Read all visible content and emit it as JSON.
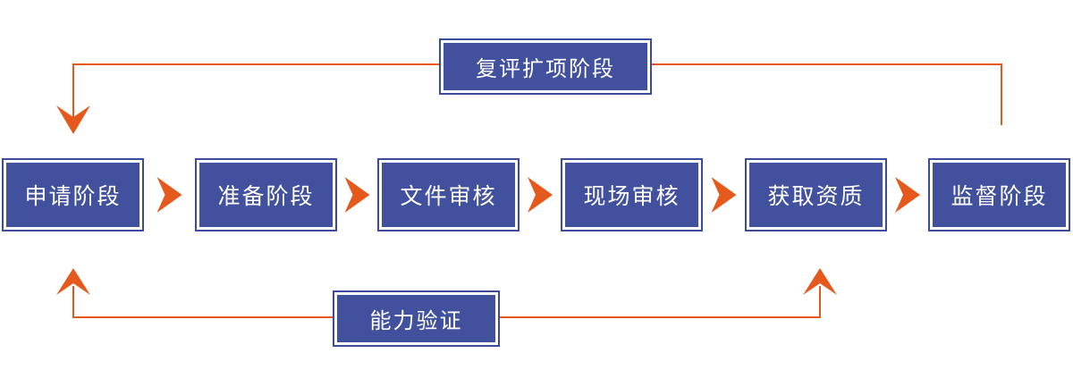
{
  "flow": {
    "stages": [
      "申请阶段",
      "准备阶段",
      "文件审核",
      "现场审核",
      "获取资质",
      "监督阶段"
    ],
    "top_loop_label": "复评扩项阶段",
    "bottom_loop_label": "能力验证"
  },
  "colors": {
    "box_fill": "#42519E",
    "box_outline": "#3D4C9A",
    "arrow_orange": "#E6591D",
    "text": "#FFFFFF",
    "background": "#FFFFFF"
  }
}
